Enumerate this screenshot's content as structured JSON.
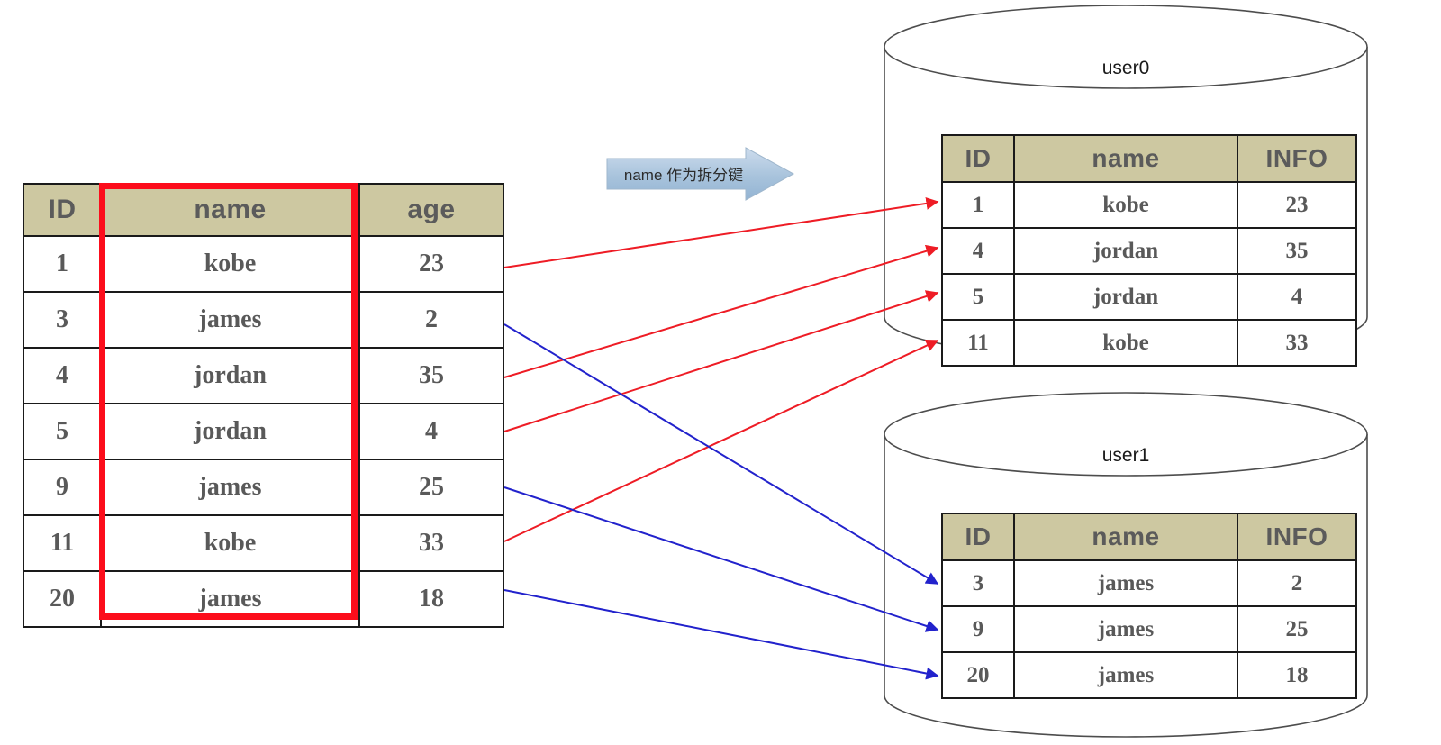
{
  "diagram": {
    "title_banner": {
      "label": "name 作为拆分键",
      "icon": "right-arrow-banner",
      "fill": "#a8c3dc"
    },
    "colors": {
      "header_bg": "#cdc8a1",
      "header_text": "#5b5b5b",
      "cell_text": "#595959",
      "name_red": "#ee1c25",
      "name_blue": "#1810ef",
      "highlight_box": "#fc0d1b",
      "arrow_red": "#ee1c25",
      "arrow_blue": "#2222cc",
      "cylinder_stroke": "#4d4d4d"
    }
  },
  "source_table": {
    "name": "source-user-table",
    "columns": [
      "ID",
      "name",
      "age"
    ],
    "rows": [
      {
        "id": "1",
        "name": "kobe",
        "age": "23",
        "color": "red"
      },
      {
        "id": "3",
        "name": "james",
        "age": "2",
        "color": "blue"
      },
      {
        "id": "4",
        "name": "jordan",
        "age": "35",
        "color": "red"
      },
      {
        "id": "5",
        "name": "jordan",
        "age": "4",
        "color": "red"
      },
      {
        "id": "9",
        "name": "james",
        "age": "25",
        "color": "blue"
      },
      {
        "id": "11",
        "name": "kobe",
        "age": "33",
        "color": "red"
      },
      {
        "id": "20",
        "name": "james",
        "age": "18",
        "color": "blue"
      }
    ],
    "highlighted_column": "name"
  },
  "shards": [
    {
      "label": "user0",
      "columns": [
        "ID",
        "name",
        "INFO"
      ],
      "rows": [
        {
          "id": "1",
          "name": "kobe",
          "info": "23",
          "color": "red"
        },
        {
          "id": "4",
          "name": "jordan",
          "info": "35",
          "color": "red"
        },
        {
          "id": "5",
          "name": "jordan",
          "info": "4",
          "color": "red"
        },
        {
          "id": "11",
          "name": "kobe",
          "info": "33",
          "color": "red"
        }
      ]
    },
    {
      "label": "user1",
      "columns": [
        "ID",
        "name",
        "INFO"
      ],
      "rows": [
        {
          "id": "3",
          "name": "james",
          "info": "2",
          "color": "blue"
        },
        {
          "id": "9",
          "name": "james",
          "info": "25",
          "color": "blue"
        },
        {
          "id": "20",
          "name": "james",
          "info": "18",
          "color": "blue"
        }
      ]
    }
  ],
  "connections": [
    {
      "from_row": "1",
      "to_shard": "user0",
      "to_row": "1",
      "color": "red"
    },
    {
      "from_row": "3",
      "to_shard": "user1",
      "to_row": "3",
      "color": "blue"
    },
    {
      "from_row": "4",
      "to_shard": "user0",
      "to_row": "4",
      "color": "red"
    },
    {
      "from_row": "5",
      "to_shard": "user0",
      "to_row": "5",
      "color": "red"
    },
    {
      "from_row": "9",
      "to_shard": "user1",
      "to_row": "9",
      "color": "blue"
    },
    {
      "from_row": "11",
      "to_shard": "user0",
      "to_row": "11",
      "color": "red"
    },
    {
      "from_row": "20",
      "to_shard": "user1",
      "to_row": "20",
      "color": "blue"
    }
  ]
}
